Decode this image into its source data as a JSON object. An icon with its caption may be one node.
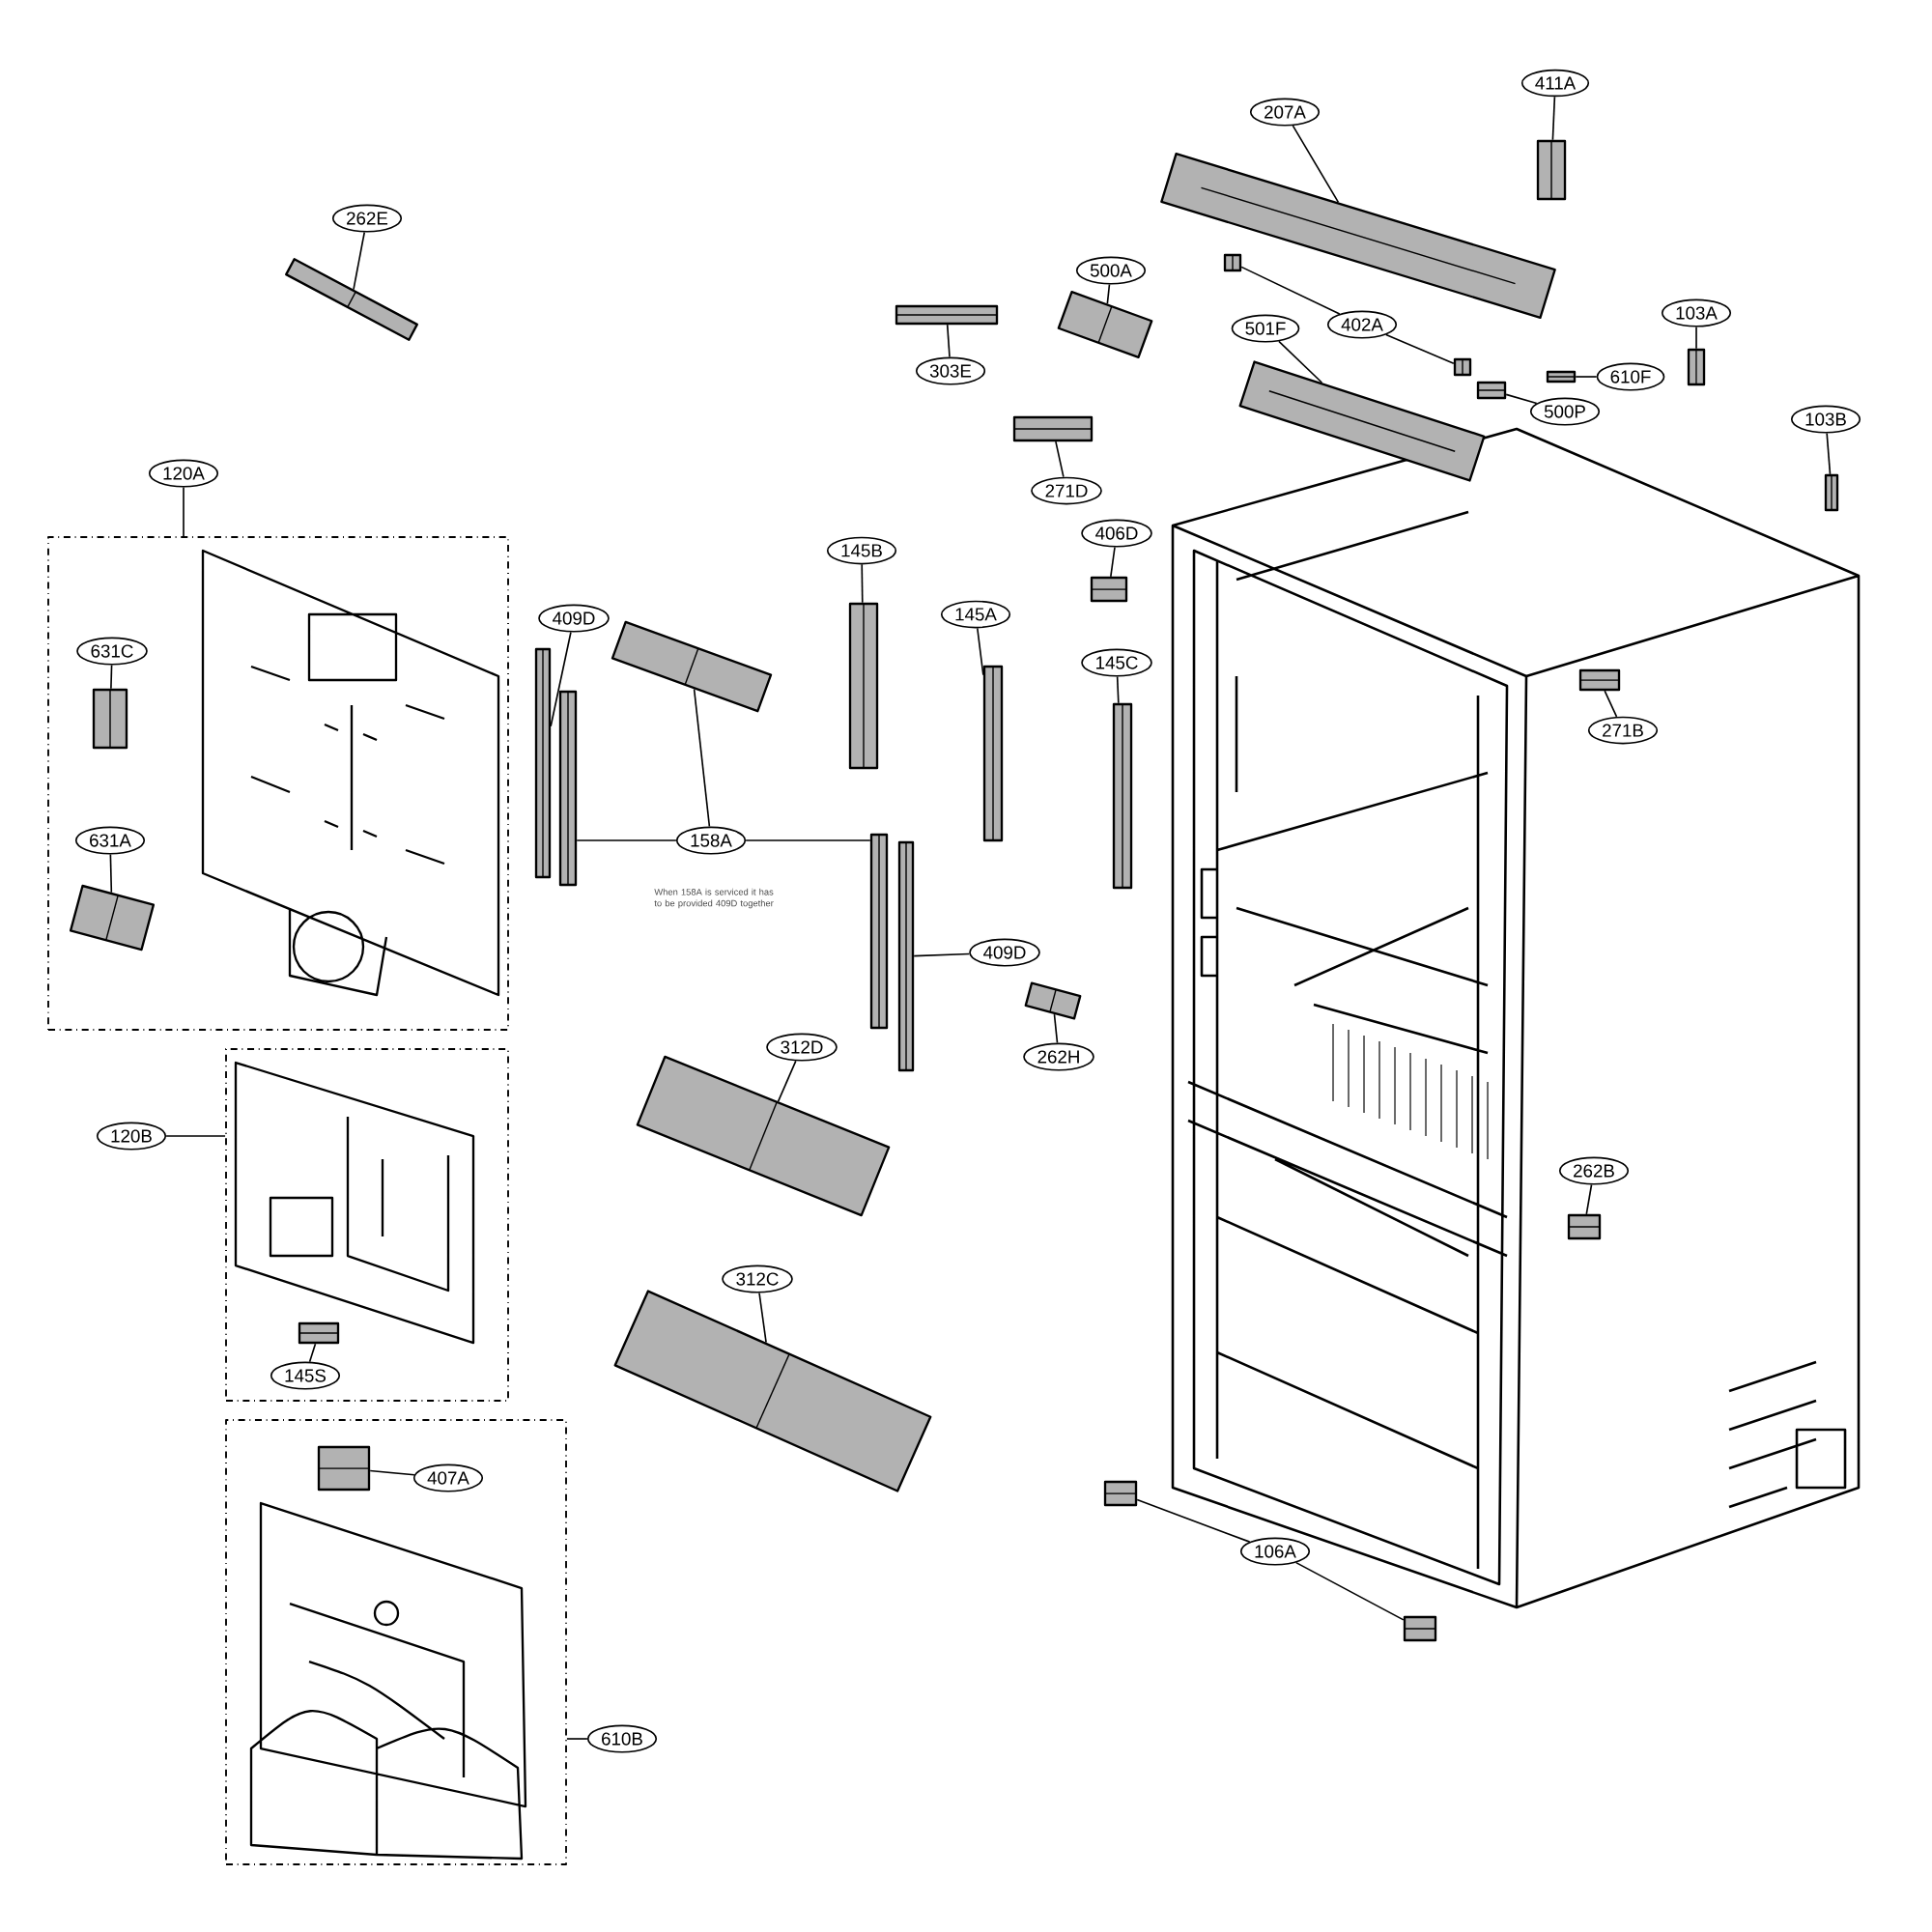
{
  "diagram": {
    "nodes": [
      {
        "text": [],
        "shape": "box"
      },
      {
        "text": [],
        "shape": "box"
      },
      {
        "text": [],
        "shape": "box"
      },
      {
        "text": [
          "262E"
        ]
      },
      {
        "text": [],
        "shape": "picture"
      },
      {
        "text": [
          "120A"
        ]
      },
      {
        "text": [
          "631C"
        ],
        "in": 0
      },
      {
        "text": [],
        "shape": "picture",
        "in": 0
      },
      {
        "text": [
          "631A"
        ],
        "in": 0
      },
      {
        "text": [],
        "shape": "picture",
        "in": 0
      },
      {
        "text": [
          "120B"
        ]
      },
      {
        "text": [
          "145S"
        ],
        "in": 1
      },
      {
        "text": [],
        "shape": "picture",
        "in": 1
      },
      {
        "text": [
          "407A"
        ],
        "in": 2
      },
      {
        "text": [],
        "shape": "picture",
        "in": 2
      },
      {
        "text": [
          "610B"
        ]
      },
      {
        "text": [
          "409D"
        ]
      },
      {
        "text": [],
        "shape": "picture"
      },
      {
        "text": [],
        "shape": "picture"
      },
      {
        "text": [
          "158A"
        ]
      },
      {
        "text": [],
        "shape": "picture"
      },
      {
        "text": [],
        "shape": "picture"
      },
      {
        "text": [],
        "shape": "picture"
      },
      {
        "text": [
          "409D"
        ]
      },
      {
        "text": [
          "145B"
        ]
      },
      {
        "text": [],
        "shape": "picture"
      },
      {
        "text": [
          "145A"
        ]
      },
      {
        "text": [],
        "shape": "picture"
      },
      {
        "text": [
          "145C"
        ]
      },
      {
        "text": [],
        "shape": "picture"
      },
      {
        "text": [
          "312D"
        ]
      },
      {
        "text": [],
        "shape": "picture"
      },
      {
        "text": [
          "312C"
        ]
      },
      {
        "text": [],
        "shape": "picture"
      },
      {
        "text": [
          "303E"
        ]
      },
      {
        "text": [],
        "shape": "picture"
      },
      {
        "text": [
          "500A"
        ]
      },
      {
        "text": [],
        "shape": "picture"
      },
      {
        "text": [
          "207A"
        ]
      },
      {
        "text": [],
        "shape": "picture"
      },
      {
        "text": [
          "411A"
        ]
      },
      {
        "text": [],
        "shape": "picture"
      },
      {
        "text": [
          "402A"
        ]
      },
      {
        "text": [],
        "shape": "picture"
      },
      {
        "text": [],
        "shape": "picture"
      },
      {
        "text": [
          "501F"
        ]
      },
      {
        "text": [],
        "shape": "picture"
      },
      {
        "text": [
          "103A"
        ]
      },
      {
        "text": [],
        "shape": "picture"
      },
      {
        "text": [
          "610F"
        ]
      },
      {
        "text": [],
        "shape": "picture"
      },
      {
        "text": [
          "500P"
        ]
      },
      {
        "text": [],
        "shape": "picture"
      },
      {
        "text": [
          "103B"
        ]
      },
      {
        "text": [],
        "shape": "picture"
      },
      {
        "text": [
          "271D"
        ]
      },
      {
        "text": [],
        "shape": "picture"
      },
      {
        "text": [
          "406D"
        ]
      },
      {
        "text": [],
        "shape": "picture"
      },
      {
        "text": [],
        "shape": "picture"
      },
      {
        "text": [
          "271B"
        ]
      },
      {
        "text": [
          "262H"
        ]
      },
      {
        "text": [],
        "shape": "picture"
      },
      {
        "text": [
          "262B"
        ]
      },
      {
        "text": [],
        "shape": "picture"
      },
      {
        "text": [
          "106A"
        ]
      },
      {
        "text": [],
        "shape": "picture"
      },
      {
        "text": [],
        "shape": "picture"
      }
    ],
    "edges": [
      {
        "from": 5,
        "to": 0,
        "arrow": "none"
      },
      {
        "from": 3,
        "to": 4,
        "arrow": "none"
      },
      {
        "from": 6,
        "to": 7,
        "arrow": "none"
      },
      {
        "from": 8,
        "to": 9,
        "arrow": "none"
      },
      {
        "from": 10,
        "to": 1,
        "arrow": "none"
      },
      {
        "from": 11,
        "to": 12,
        "arrow": "none"
      },
      {
        "from": 13,
        "to": 14,
        "arrow": "none"
      },
      {
        "from": 15,
        "to": 2,
        "arrow": "none"
      },
      {
        "from": 16,
        "to": 17,
        "arrow": "none"
      },
      {
        "from": 19,
        "to": 18,
        "arrow": "none"
      },
      {
        "from": 19,
        "to": 20,
        "arrow": "none"
      },
      {
        "from": 19,
        "to": 21,
        "arrow": "none"
      },
      {
        "from": 23,
        "to": 22,
        "arrow": "none"
      },
      {
        "from": 24,
        "to": 25,
        "arrow": "none"
      },
      {
        "from": 26,
        "to": 27,
        "arrow": "none"
      },
      {
        "from": 28,
        "to": 29,
        "arrow": "none"
      },
      {
        "from": 30,
        "to": 31,
        "arrow": "none"
      },
      {
        "from": 32,
        "to": 33,
        "arrow": "none"
      },
      {
        "from": 34,
        "to": 35,
        "arrow": "none"
      },
      {
        "from": 36,
        "to": 37,
        "arrow": "none"
      },
      {
        "from": 38,
        "to": 39,
        "arrow": "none"
      },
      {
        "from": 40,
        "to": 41,
        "arrow": "none"
      },
      {
        "from": 42,
        "to": 43,
        "arrow": "none"
      },
      {
        "from": 42,
        "to": 44,
        "arrow": "none"
      },
      {
        "from": 45,
        "to": 46,
        "arrow": "none"
      },
      {
        "from": 47,
        "to": 48,
        "arrow": "none"
      },
      {
        "from": 49,
        "to": 50,
        "arrow": "none"
      },
      {
        "from": 51,
        "to": 52,
        "arrow": "none"
      },
      {
        "from": 53,
        "to": 54,
        "arrow": "none"
      },
      {
        "from": 55,
        "to": 56,
        "arrow": "none"
      },
      {
        "from": 57,
        "to": 58,
        "arrow": "none"
      },
      {
        "from": 60,
        "to": 59,
        "arrow": "none"
      },
      {
        "from": 61,
        "to": 62,
        "arrow": "none"
      },
      {
        "from": 63,
        "to": 64,
        "arrow": "none"
      },
      {
        "from": 65,
        "to": 66,
        "arrow": "none"
      },
      {
        "from": 65,
        "to": 67,
        "arrow": "none"
      }
    ],
    "labels": [
      "When 158A is serviced it has to be provided 409D together"
    ]
  }
}
